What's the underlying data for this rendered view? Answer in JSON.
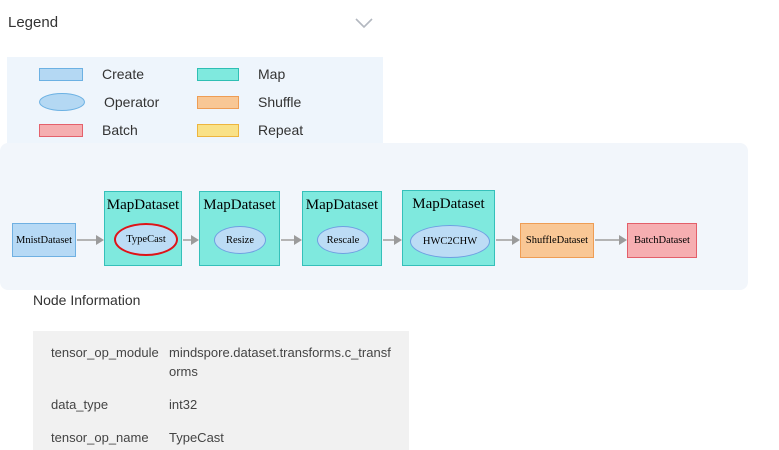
{
  "legend": {
    "title": "Legend",
    "items": [
      {
        "label": "Create",
        "shape": "rect",
        "fill": "#b4d8f3",
        "border": "#6cb1e3"
      },
      {
        "label": "Map",
        "shape": "rect",
        "fill": "#7fe9de",
        "border": "#2fbfb4"
      },
      {
        "label": "Operator",
        "shape": "ellipse",
        "fill": "#b4d8f3",
        "border": "#6cb1e3"
      },
      {
        "label": "Shuffle",
        "shape": "rect",
        "fill": "#f8c795",
        "border": "#ee9d55"
      },
      {
        "label": "Batch",
        "shape": "rect",
        "fill": "#f5aeb0",
        "border": "#e4616c"
      },
      {
        "label": "Repeat",
        "shape": "rect",
        "fill": "#f9e187",
        "border": "#edb53e"
      }
    ]
  },
  "graph": {
    "nodes": [
      {
        "label": "MnistDataset",
        "type": "create"
      },
      {
        "label": "MapDataset",
        "operator": "TypeCast",
        "type": "map",
        "selected": true
      },
      {
        "label": "MapDataset",
        "operator": "Resize",
        "type": "map",
        "selected": false
      },
      {
        "label": "MapDataset",
        "operator": "Rescale",
        "type": "map",
        "selected": false
      },
      {
        "label": "MapDataset",
        "operator": "HWC2CHW",
        "type": "map",
        "selected": false
      },
      {
        "label": "ShuffleDataset",
        "type": "shuffle"
      },
      {
        "label": "BatchDataset",
        "type": "batch"
      }
    ],
    "edges": [
      [
        "MnistDataset",
        "MapDataset:TypeCast"
      ],
      [
        "MapDataset:TypeCast",
        "MapDataset:Resize"
      ],
      [
        "MapDataset:Resize",
        "MapDataset:Rescale"
      ],
      [
        "MapDataset:Rescale",
        "MapDataset:HWC2CHW"
      ],
      [
        "MapDataset:HWC2CHW",
        "ShuffleDataset"
      ],
      [
        "ShuffleDataset",
        "BatchDataset"
      ]
    ],
    "selected_node": "TypeCast",
    "selection_ring_color": "#de1418"
  },
  "node_info": {
    "title": "Node Information",
    "rows": [
      {
        "key": "tensor_op_module",
        "value": "mindspore.dataset.transforms.c_transforms"
      },
      {
        "key": "data_type",
        "value": "int32"
      },
      {
        "key": "tensor_op_name",
        "value": "TypeCast"
      }
    ]
  },
  "colors": {
    "legend_panel_bg": "#eef5fc",
    "graph_panel_bg": "#f2f6fb",
    "table_bg": "#f1f1f1",
    "arrow": "#b4b4b4",
    "text": "#333333"
  }
}
